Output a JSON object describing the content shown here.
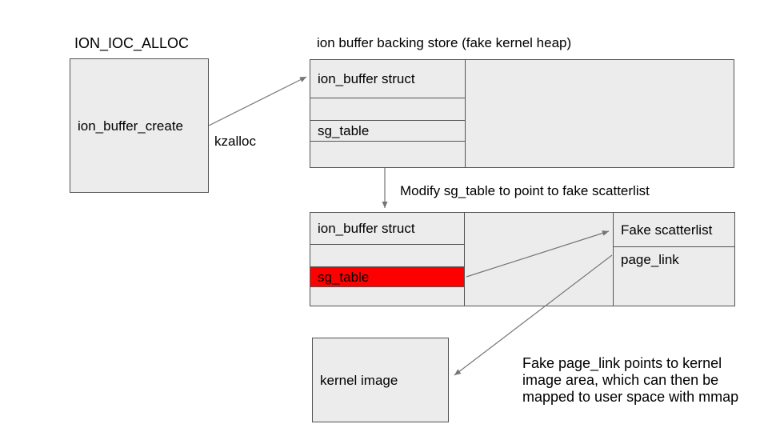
{
  "diagram": {
    "step1": {
      "syscall_label": "ION_IOC_ALLOC",
      "create_box_label": "ion_buffer_create",
      "alloc_arrow_label": "kzalloc",
      "heap_title": "ion buffer backing store (fake kernel heap)",
      "struct_rows": [
        "ion_buffer struct",
        "",
        "sg_table",
        ""
      ]
    },
    "step2": {
      "transition_label": "Modify sg_table to point to fake scatterlist",
      "struct_rows": [
        "ion_buffer struct",
        "",
        "sg_table",
        ""
      ],
      "highlighted_row": "sg_table",
      "fake_scatterlist_rows": [
        "Fake scatterlist",
        "page_link"
      ]
    },
    "step3": {
      "kernel_box_label": "kernel image",
      "caption": "Fake page_link points to kernel\nimage area, which can then be\nmapped to user space with mmap"
    },
    "colors": {
      "box_fill": "#ececec",
      "box_border": "#545454",
      "highlight": "#ff0000",
      "arrow": "#757575",
      "text": "#000000",
      "background": "#ffffff"
    },
    "arrows": [
      "kzalloc: ion_buffer_create to ion_buffer struct",
      "down: backing store to modified struct",
      "sg_table to Fake scatterlist",
      "page_link to kernel image"
    ]
  }
}
